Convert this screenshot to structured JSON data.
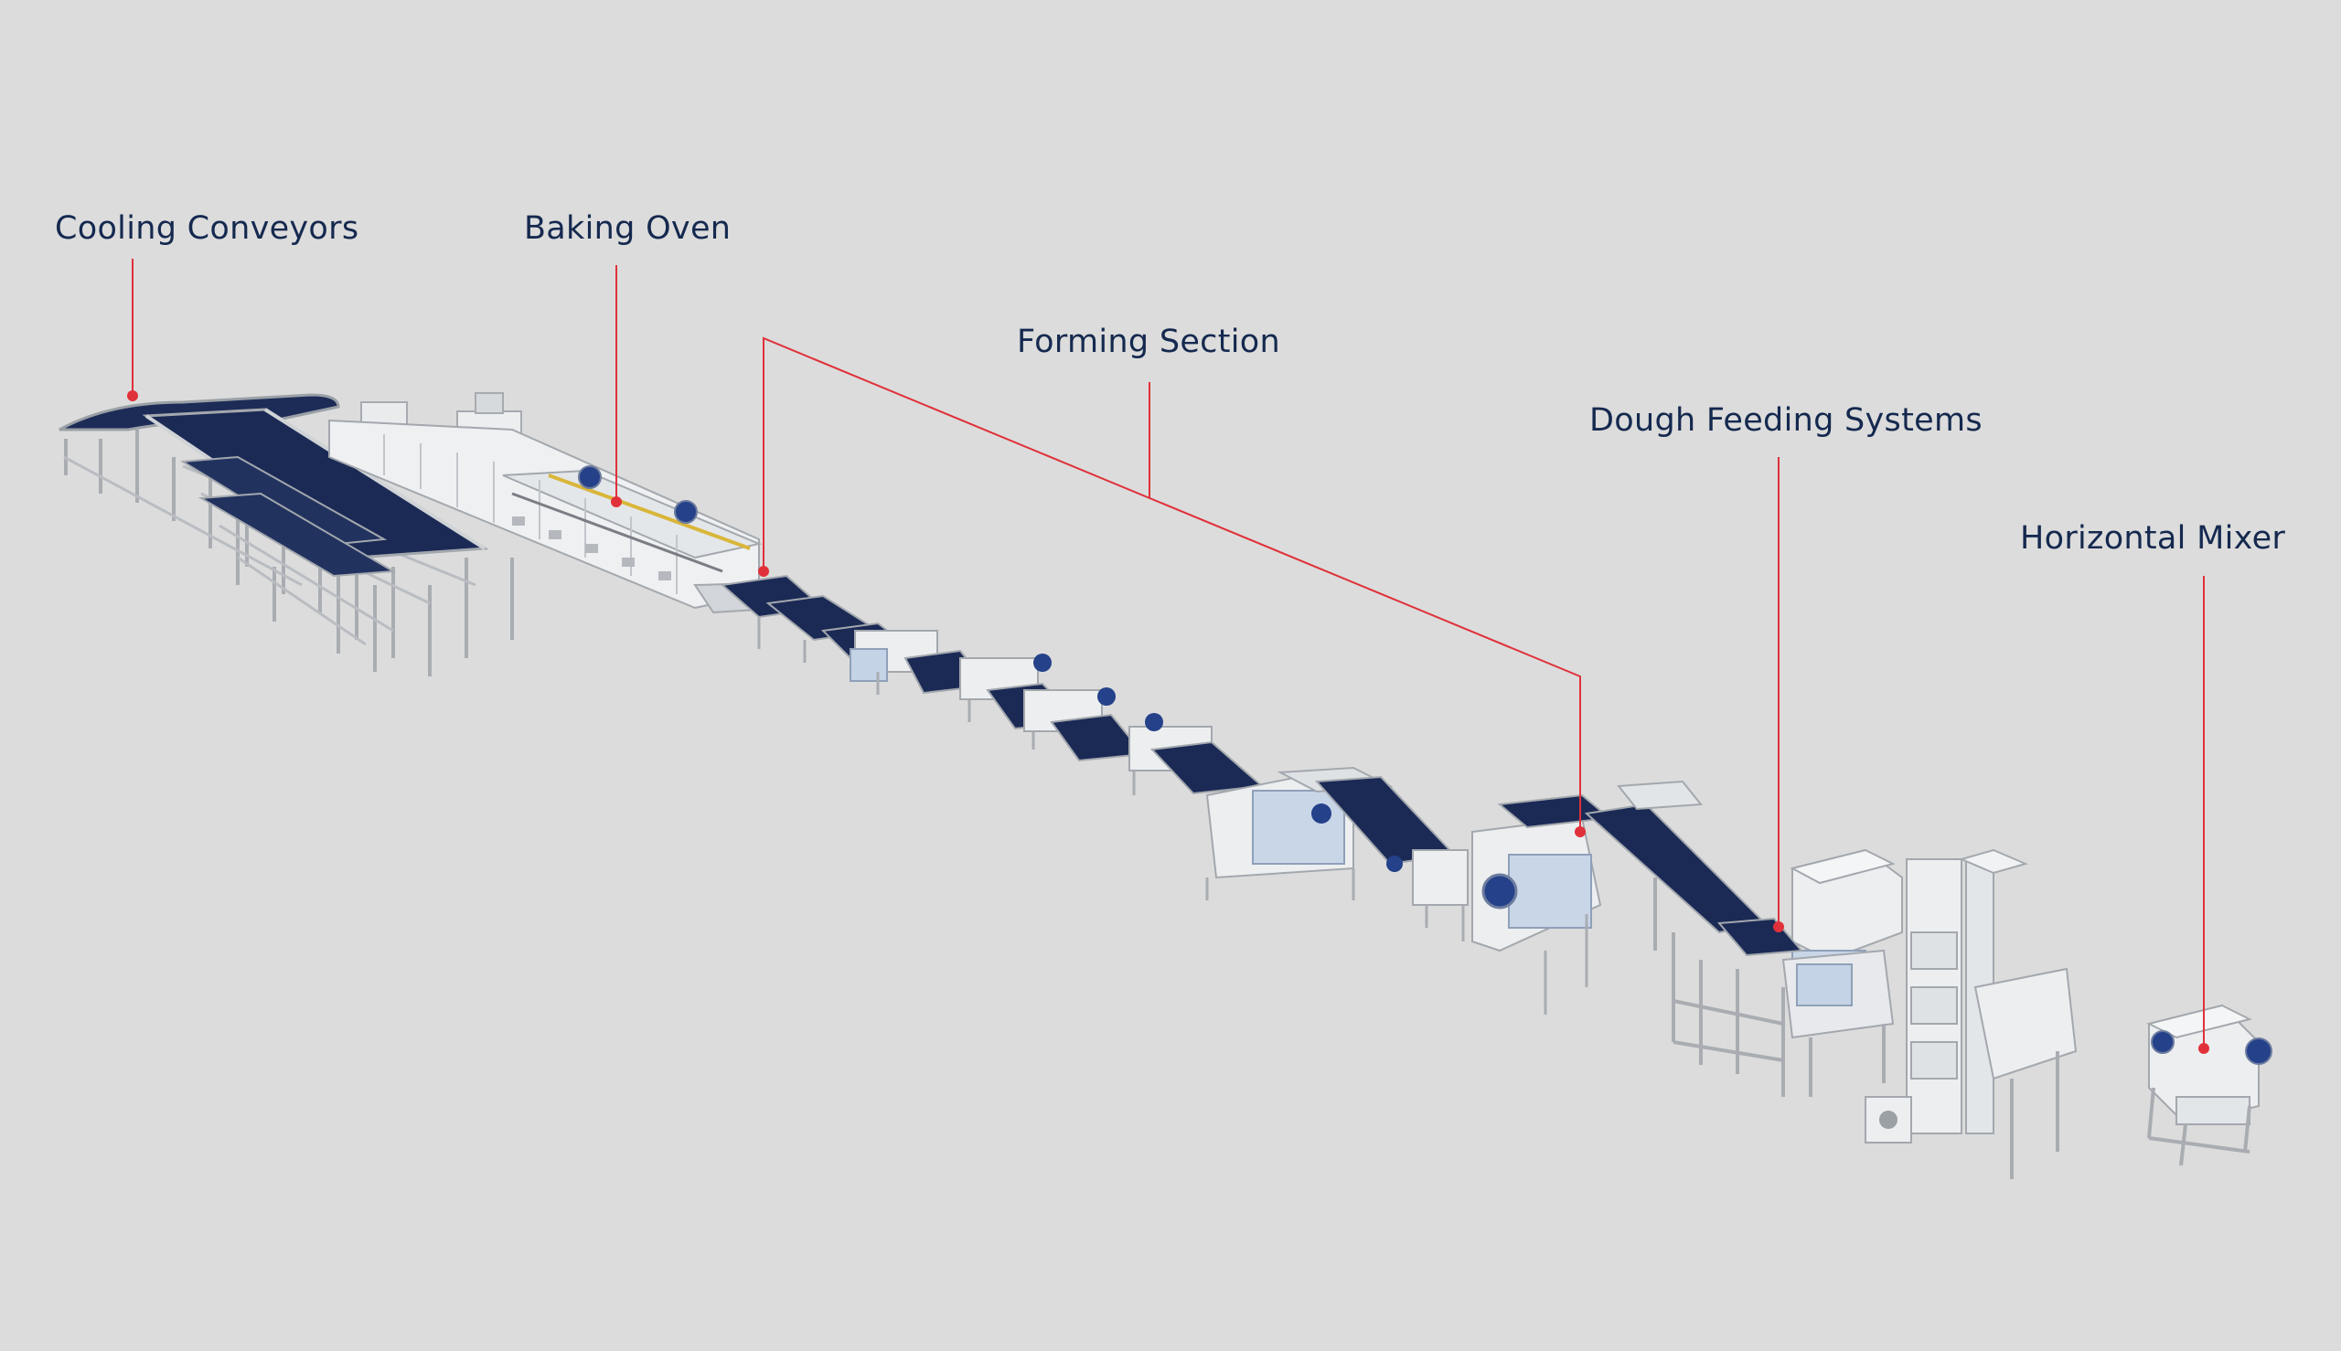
{
  "labels": {
    "cooling": "Cooling Conveyors",
    "oven": "Baking Oven",
    "forming": "Forming Section",
    "feeding": "Dough Feeding Systems",
    "mixer": "Horizontal Mixer"
  },
  "colors": {
    "background": "#dcdcdc",
    "label_text": "#15294f",
    "leader_line": "#e0313a",
    "belt": "#1b2a55",
    "steel": "#b5b8bc",
    "machine_body": "#eceef0",
    "motor": "#24418a"
  }
}
